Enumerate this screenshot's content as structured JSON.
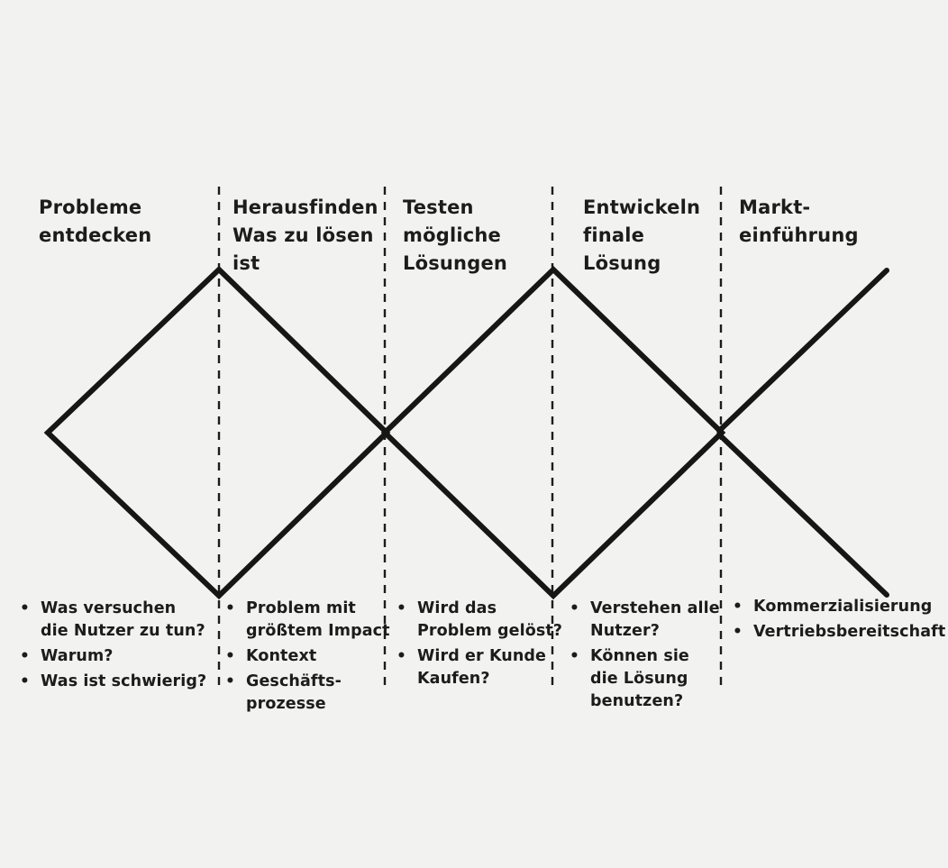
{
  "diagram": {
    "type": "double-diamond-process",
    "background_color": "#f2f2f1",
    "ink_color": "#1c1c1c",
    "divider_style": "dashed-vertical-line"
  },
  "phases": [
    {
      "title": "Probleme\nentdecken",
      "bullets": [
        "Was versuchen\ndie Nutzer zu tun?",
        "Warum?",
        "Was ist schwierig?"
      ]
    },
    {
      "title": "Herausfinden\nWas zu lösen\nist",
      "bullets": [
        "Problem mit\ngrößtem Impact",
        "Kontext",
        "Geschäfts-\nprozesse"
      ]
    },
    {
      "title": "Testen\nmögliche\nLösungen",
      "bullets": [
        "Wird das\nProblem gelöst?",
        "Wird er Kunde\nKaufen?"
      ]
    },
    {
      "title": "Entwickeln\nfinale\nLösung",
      "bullets": [
        "Verstehen alle\nNutzer?",
        "Können sie\ndie Lösung\nbenutzen?"
      ]
    },
    {
      "title": "Markt-\neinführung",
      "bullets": [
        "Kommerzialisierung",
        "Vertriebsbereitschaft"
      ]
    }
  ],
  "glyphs": {
    "bullet": "•"
  }
}
